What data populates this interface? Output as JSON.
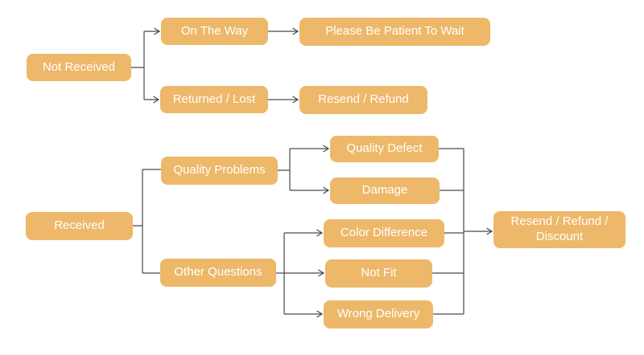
{
  "diagram": {
    "type": "flowchart",
    "background_color": "#ffffff",
    "node_fill_color": "#edb869",
    "node_text_color": "#ffffff",
    "line_color": "#4a4a4a",
    "nodes": {
      "not_received": "Not Received",
      "on_the_way": "On The Way",
      "please_wait": "Please Be Patient To Wait",
      "returned_lost": "Returned / Lost",
      "resend_refund": "Resend / Refund",
      "received": "Received",
      "quality_problems": "Quality Problems",
      "other_questions": "Other Questions",
      "quality_defect": "Quality Defect",
      "damage": "Damage",
      "color_difference": "Color Difference",
      "not_fit": "Not Fit",
      "wrong_delivery": "Wrong Delivery",
      "resend_refund_discount": "Resend / Refund / Discount"
    },
    "edges": [
      {
        "from": "not_received",
        "to": "on_the_way",
        "arrow": true
      },
      {
        "from": "not_received",
        "to": "returned_lost",
        "arrow": true
      },
      {
        "from": "on_the_way",
        "to": "please_wait",
        "arrow": true
      },
      {
        "from": "returned_lost",
        "to": "resend_refund",
        "arrow": true
      },
      {
        "from": "received",
        "to": "quality_problems",
        "arrow": false
      },
      {
        "from": "received",
        "to": "other_questions",
        "arrow": false
      },
      {
        "from": "quality_problems",
        "to": "quality_defect",
        "arrow": true
      },
      {
        "from": "quality_problems",
        "to": "damage",
        "arrow": true
      },
      {
        "from": "other_questions",
        "to": "color_difference",
        "arrow": true
      },
      {
        "from": "other_questions",
        "to": "not_fit",
        "arrow": true
      },
      {
        "from": "other_questions",
        "to": "wrong_delivery",
        "arrow": true
      },
      {
        "from": "quality_defect",
        "to": "resend_refund_discount",
        "arrow": true
      },
      {
        "from": "damage",
        "to": "resend_refund_discount",
        "arrow": true
      },
      {
        "from": "color_difference",
        "to": "resend_refund_discount",
        "arrow": true
      },
      {
        "from": "not_fit",
        "to": "resend_refund_discount",
        "arrow": true
      },
      {
        "from": "wrong_delivery",
        "to": "resend_refund_discount",
        "arrow": true
      }
    ]
  }
}
